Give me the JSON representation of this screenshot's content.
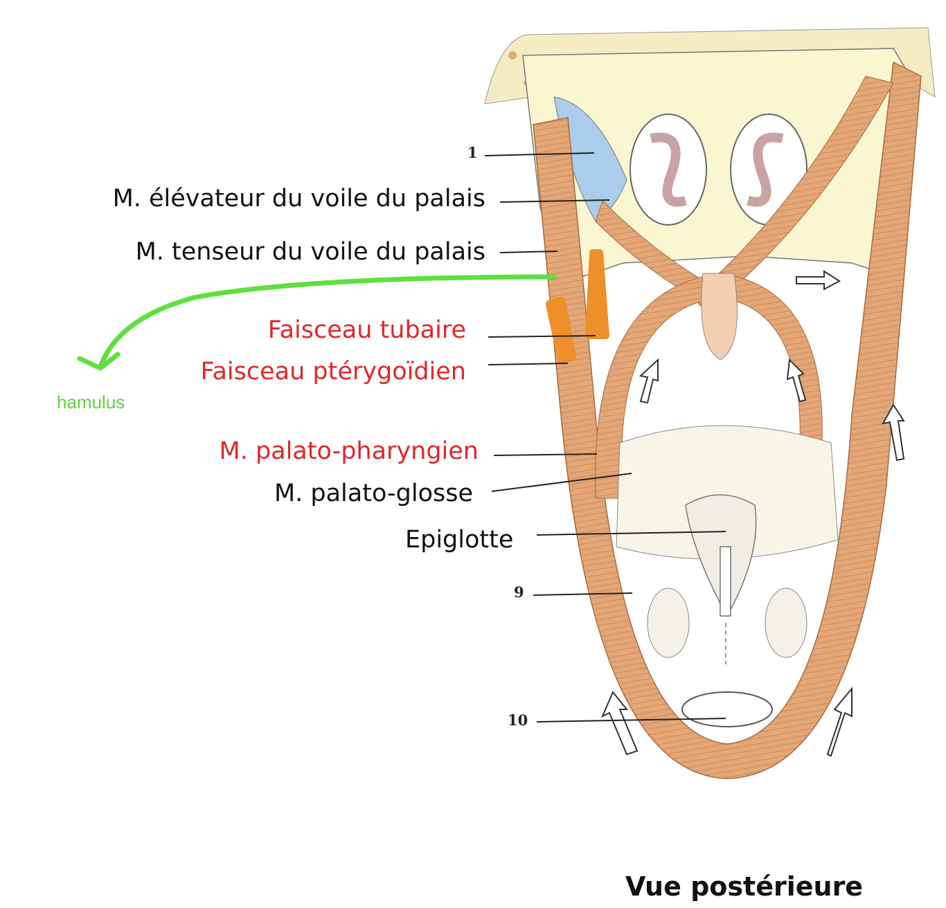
{
  "labels": {
    "num_1": "1",
    "elevateur": "M. élévateur du voile du palais",
    "tenseur": "M. tenseur du voile du palais",
    "tubaire": "Faisceau tubaire",
    "pterygoidien": "Faisceau ptérygoïdien",
    "hamulus": "hamulus",
    "palato_pharyngien": "M. palato-pharyngien",
    "palato_glosse": "M. palato-glosse",
    "epiglotte": "Epiglotte",
    "num_9": "9",
    "num_10": "10",
    "view": "Vue postérieure"
  },
  "colors": {
    "muscle": "#e0a071",
    "muscle_dark": "#b8744a",
    "bone": "#fbf6d2",
    "cartilage_blue": "#a9cdea",
    "annotation_orange": "#ef8f2a",
    "annotation_green": "#5fe03f",
    "label_red": "#e1262a"
  }
}
